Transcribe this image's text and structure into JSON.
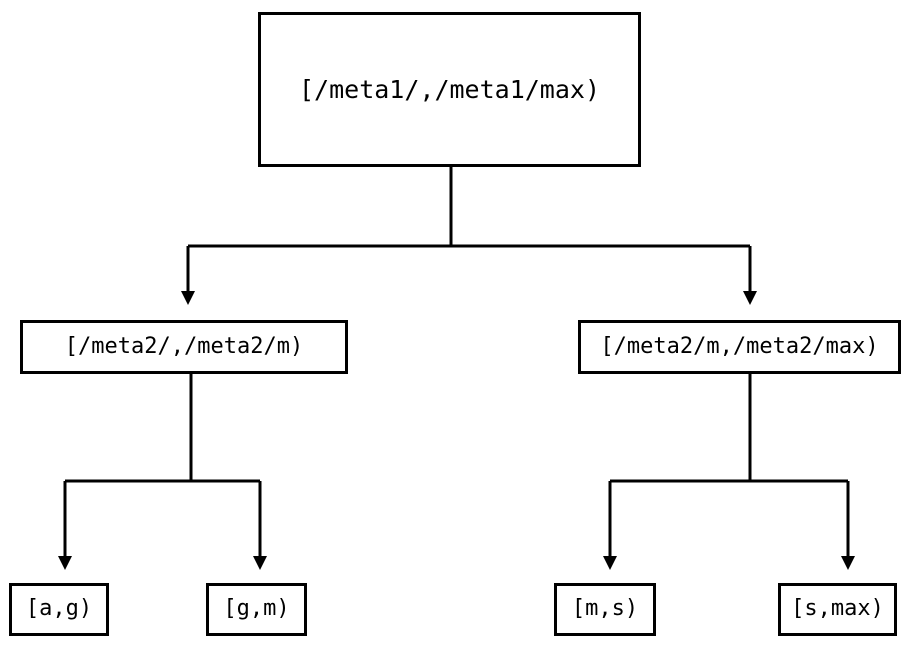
{
  "diagram": {
    "title": "interval-partition-tree",
    "background_color": "#ffffff",
    "stroke_color": "#000000",
    "nodes": {
      "root": {
        "label": "[/meta1/,/meta1/max)"
      },
      "mid_left": {
        "label": "[/meta2/,/meta2/m)"
      },
      "mid_right": {
        "label": "[/meta2/m,/meta2/max)"
      },
      "leaf_ag": {
        "label": "[a,g)"
      },
      "leaf_gm": {
        "label": "[g,m)"
      },
      "leaf_ms": {
        "label": "[m,s)"
      },
      "leaf_smax": {
        "label": "[s,max)"
      }
    },
    "edges": [
      {
        "from": "root",
        "to": "mid_left",
        "arrowhead": "filled-triangle-down"
      },
      {
        "from": "root",
        "to": "mid_right",
        "arrowhead": "filled-triangle-down"
      },
      {
        "from": "mid_left",
        "to": "leaf_ag",
        "arrowhead": "filled-triangle-down"
      },
      {
        "from": "mid_left",
        "to": "leaf_gm",
        "arrowhead": "filled-triangle-down"
      },
      {
        "from": "mid_right",
        "to": "leaf_ms",
        "arrowhead": "filled-triangle-down"
      },
      {
        "from": "mid_right",
        "to": "leaf_smax",
        "arrowhead": "filled-triangle-down"
      }
    ]
  }
}
